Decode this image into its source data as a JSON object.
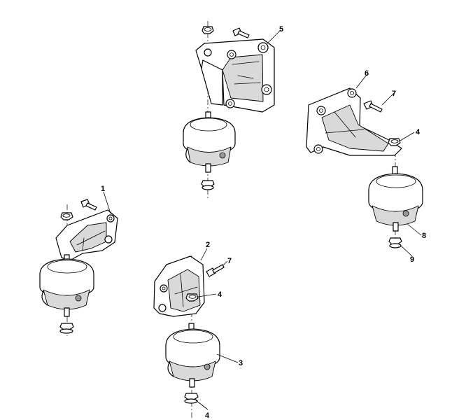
{
  "callouts": {
    "c1": "1",
    "c2": "2",
    "c3": "3",
    "c4a": "4",
    "c4b": "4",
    "c4c": "4",
    "c5": "5",
    "c6": "6",
    "c7a": "7",
    "c7b": "7",
    "c8": "8",
    "c9": "9"
  }
}
